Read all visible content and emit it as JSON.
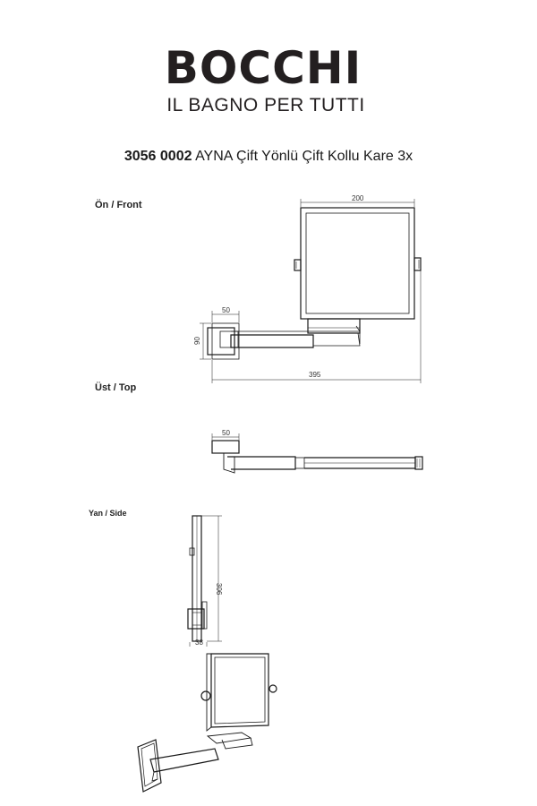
{
  "brand": {
    "name": "BOCCHI",
    "tagline": "IL BAGNO PER TUTTI"
  },
  "product": {
    "code": "3056 0002",
    "description": "AYNA Çift Yönlü Çift Kollu Kare 3x"
  },
  "views": {
    "front": {
      "label": "Ön / Front",
      "dims": {
        "mirror_width": "200",
        "plate_width": "50",
        "plate_height": "90",
        "total_length": "395"
      }
    },
    "top": {
      "label": "Üst / Top",
      "dims": {
        "plate_width": "50"
      }
    },
    "side": {
      "label": "Yan / Side",
      "dims": {
        "height": "306",
        "depth": "38"
      }
    }
  }
}
